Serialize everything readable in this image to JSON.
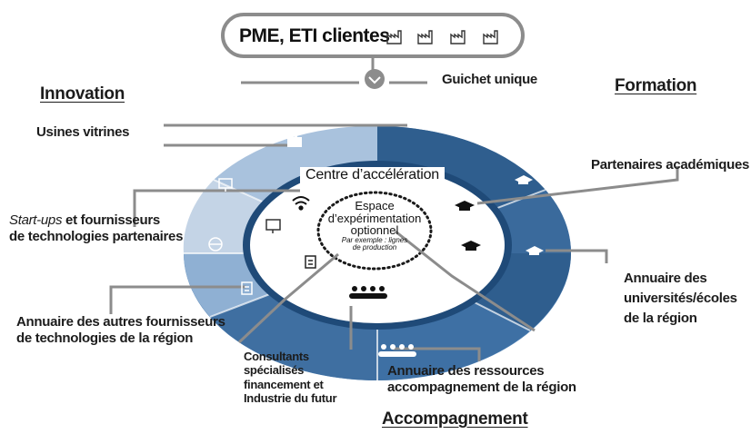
{
  "top_box": {
    "label": "PME, ETI clientes",
    "icons": [
      "factory-icon",
      "factory-icon",
      "factory-icon",
      "factory-icon"
    ]
  },
  "guichet": "Guichet unique",
  "sections": {
    "innovation": "Innovation",
    "formation": "Formation",
    "accompagnement": "Accompagnement"
  },
  "center": {
    "title": "Centre d’accélération",
    "espace_line1": "Espace",
    "espace_line2": "d’expérimentation",
    "espace_line3": "optionnel",
    "espace_note_line1": "Par exemple : lignes",
    "espace_note_line2": "de production"
  },
  "labels": {
    "usines_vitrines": "Usines vitrines",
    "startups_italic": "Start-ups",
    "startups_rest": " et fournisseurs",
    "startups_line2": "de technologies partenaires",
    "annuaire_fournisseurs_line1": "Annuaire des autres fournisseurs",
    "annuaire_fournisseurs_line2": "de technologies de la région",
    "consultants_line1": "Consultants",
    "consultants_line2": "spécialisés",
    "consultants_line3": "financement et",
    "consultants_line4": "Industrie du futur",
    "annuaire_ressources_line1": "Annuaire des ressources",
    "annuaire_ressources_line2": "accompagnement de la région",
    "partenaires": "Partenaires académiques",
    "annuaire_univ_line1": "Annuaire des",
    "annuaire_univ_line2": "universités/écoles",
    "annuaire_univ_line3": "de la région"
  },
  "colors": {
    "ring_dark": "#2f5e8e",
    "ring_mid": "#4d7fb3",
    "ring_light": "#8fb0d3",
    "ring_pale": "#c4d4e6",
    "inner_ring": "#1f4a78",
    "leader_line": "#8c8c8c",
    "text": "#1c1c1c"
  },
  "icons": {
    "guichet": "chevron-down-icon",
    "wifi": "wifi-icon",
    "screen": "monitor-icon",
    "tablet": "clipboard-icon",
    "people": "people-icon",
    "graduation": "graduation-cap-icon",
    "globe": "globe-icon"
  }
}
